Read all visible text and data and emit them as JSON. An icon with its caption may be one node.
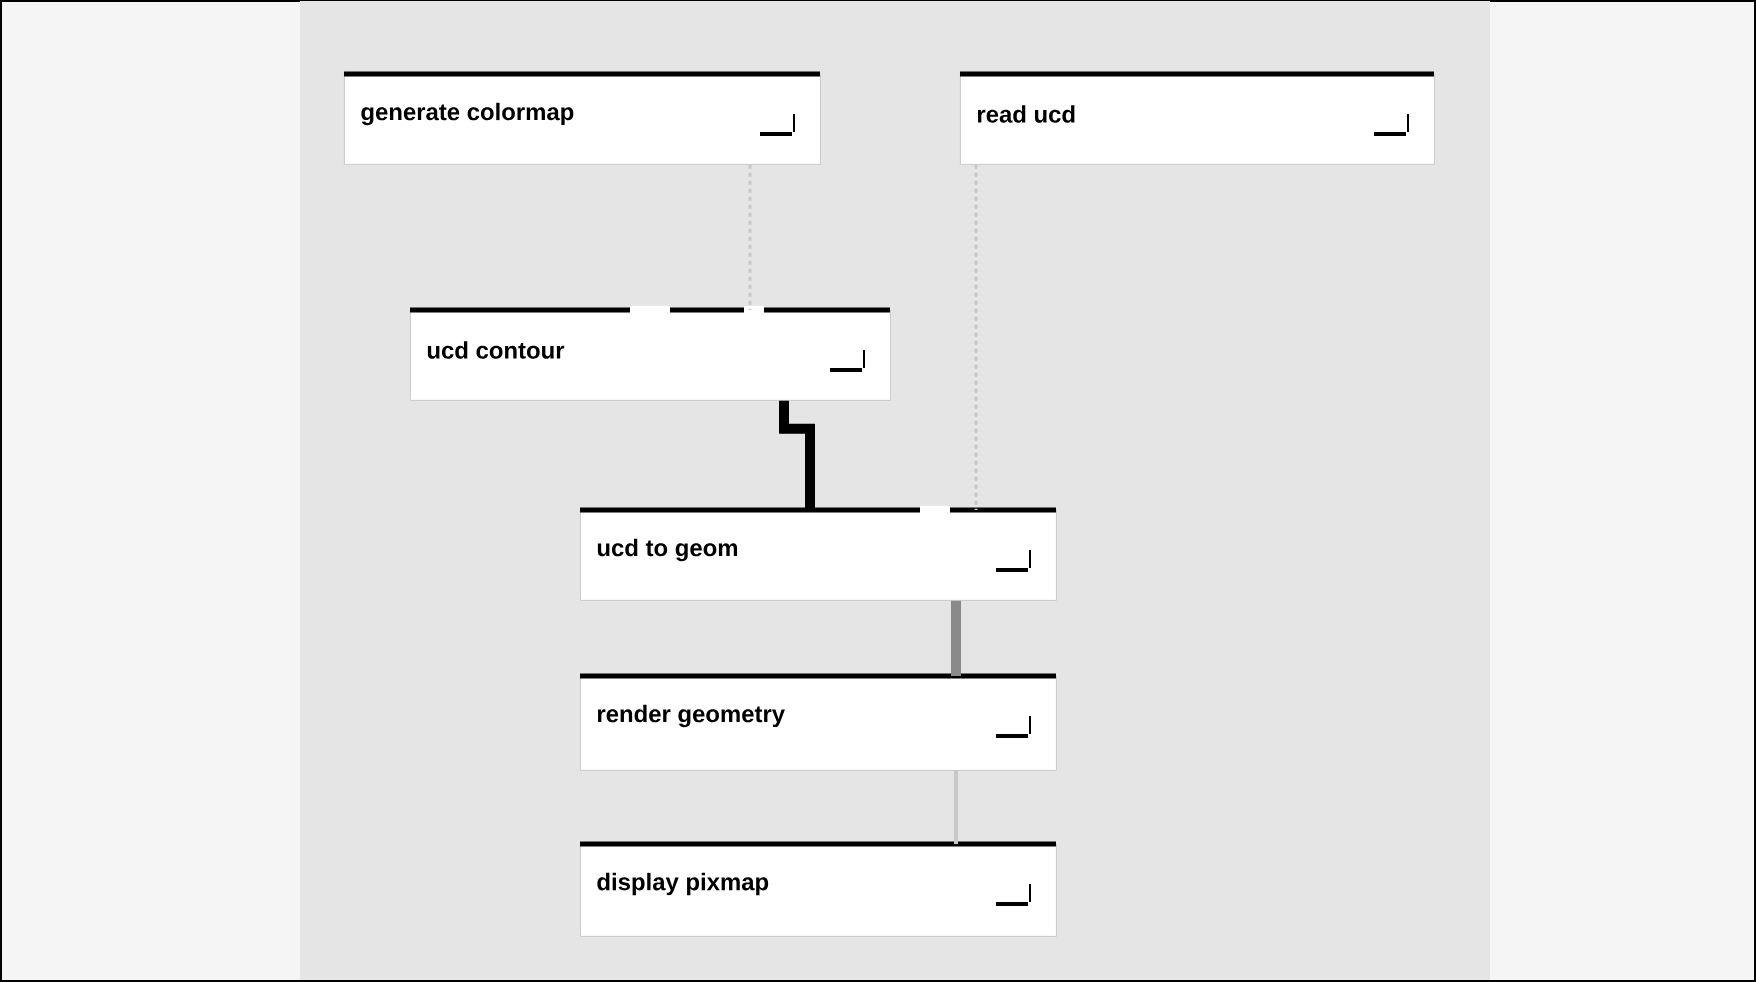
{
  "diagram": {
    "nodes": [
      {
        "text": [
          "generate colormap"
        ]
      },
      {
        "text": [
          "read ucd"
        ]
      },
      {
        "text": [
          "ucd contour"
        ]
      },
      {
        "text": [
          "ucd to geom"
        ]
      },
      {
        "text": [
          "render geometry"
        ]
      },
      {
        "text": [
          "display pixmap"
        ]
      }
    ],
    "edges": [
      {
        "from": 2,
        "to": 3,
        "arrow": "none",
        "style": "thick",
        "color": "#000000"
      },
      {
        "from": 3,
        "to": 4,
        "arrow": "none",
        "style": "thick",
        "color": "#8a8a8a"
      },
      {
        "from": 4,
        "to": 5,
        "arrow": "none"
      },
      {
        "from": 0,
        "to": 2,
        "arrow": "none",
        "style": "dashed"
      },
      {
        "from": 1,
        "to": 3,
        "arrow": "none",
        "style": "dashed"
      }
    ]
  }
}
